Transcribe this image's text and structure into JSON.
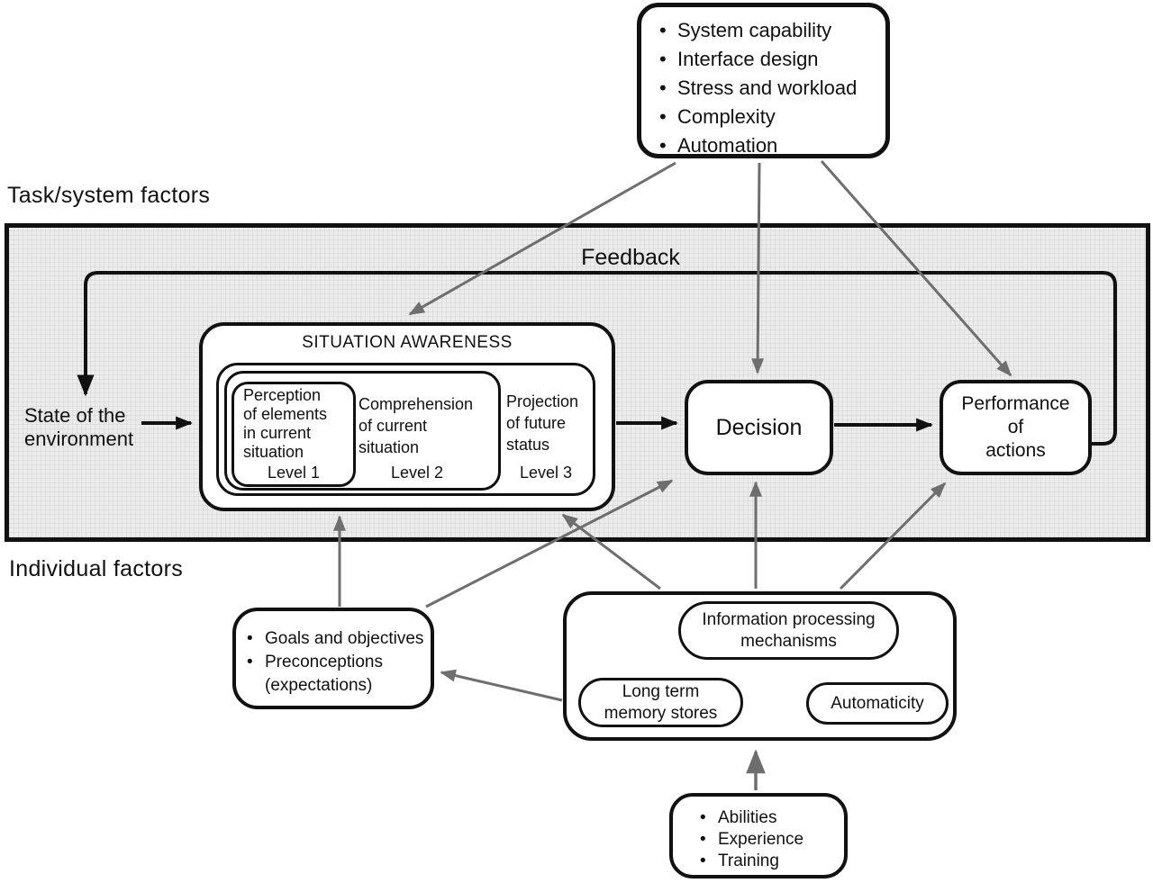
{
  "labels": {
    "task_system": "Task/system factors",
    "individual": "Individual factors",
    "feedback": "Feedback",
    "state_line1": "State of the",
    "state_line2": "environment"
  },
  "top_factors": {
    "items": [
      "System capability",
      "Interface design",
      "Stress and workload",
      "Complexity",
      "Automation"
    ]
  },
  "sa": {
    "title": "SITUATION AWARENESS",
    "level1": {
      "lines": [
        "Perception",
        "of elements",
        "in current",
        "situation"
      ],
      "level": "Level 1"
    },
    "level2": {
      "lines": [
        "Comprehension",
        "of current",
        "situation"
      ],
      "level": "Level 2"
    },
    "level3": {
      "lines": [
        "Projection",
        "of future",
        "status"
      ],
      "level": "Level 3"
    }
  },
  "decision": {
    "label": "Decision"
  },
  "performance": {
    "lines": [
      "Performance",
      "of",
      "actions"
    ]
  },
  "goals": {
    "items": [
      "Goals and objectives",
      "Preconceptions"
    ],
    "continuation": "(expectations)"
  },
  "mechanisms": {
    "info_processing": [
      "Information processing",
      "mechanisms"
    ],
    "long_term": [
      "Long term",
      "memory stores"
    ],
    "automaticity": "Automaticity"
  },
  "abilities": {
    "items": [
      "Abilities",
      "Experience",
      "Training"
    ]
  },
  "glyphs": {
    "bullet": "•"
  },
  "colors": {
    "line_black": "#111111",
    "arrow_gray": "#6e6e6e",
    "panel_bg": "#ececec"
  }
}
